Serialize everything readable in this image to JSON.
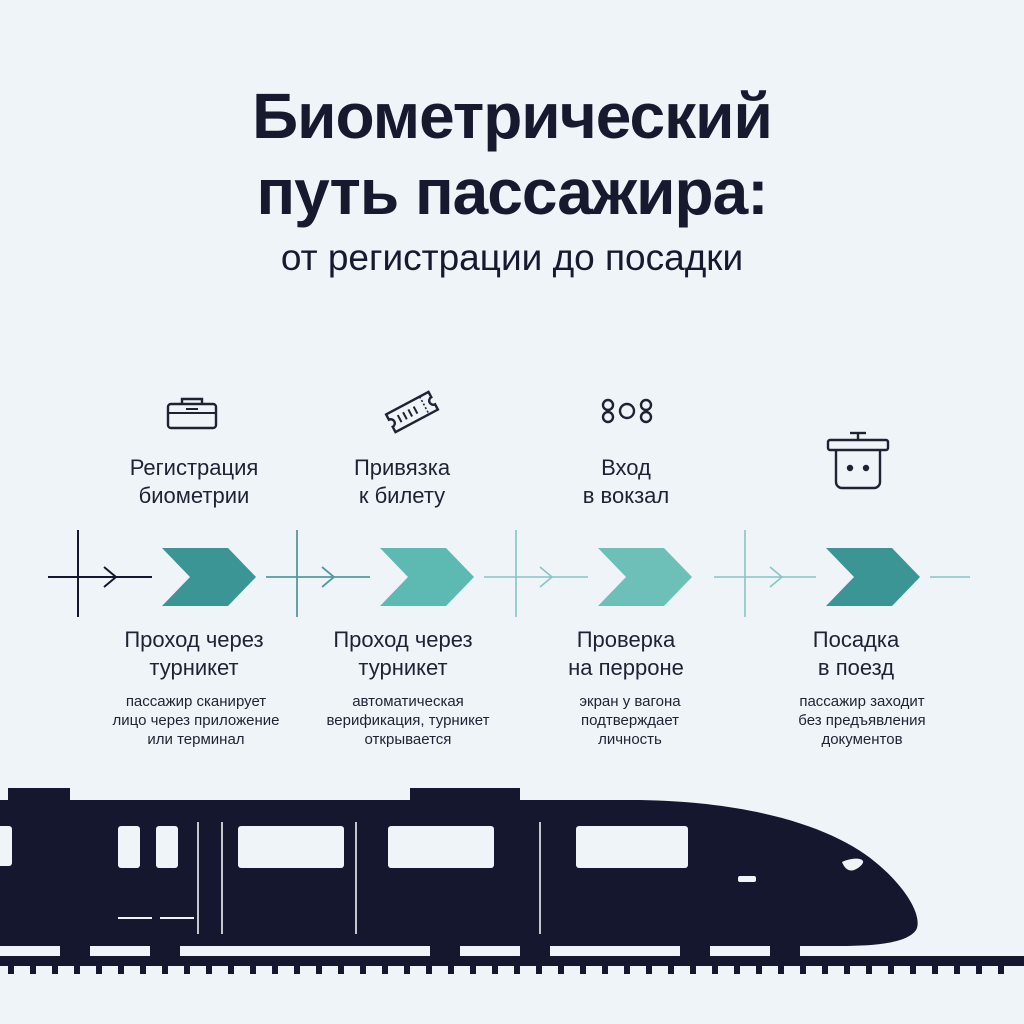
{
  "title": {
    "line1": "Биометрический",
    "line2": "путь пассажира:",
    "subtitle": "от регистрации до посадки"
  },
  "top_row": [
    {
      "icon": "suitcase-icon",
      "line1": "Регистрация",
      "line2": "биометрии"
    },
    {
      "icon": "ticket-icon",
      "line1": "Привязка",
      "line2": "к билету"
    },
    {
      "icon": "chain-icon",
      "line1": "Вход",
      "line2": "в вокзал"
    },
    {
      "icon": "train-car-icon",
      "line1": "",
      "line2": ""
    }
  ],
  "steps": [
    {
      "title1": "Проход через",
      "title2": "турникет",
      "desc1": "пассажир сканирует",
      "desc2": "лицо через приложение",
      "desc3": "или терминал"
    },
    {
      "title1": "Проход через",
      "title2": "турникет",
      "desc1": "автоматическая",
      "desc2": "верификация, турникет",
      "desc3": "открывается"
    },
    {
      "title1": "Проверка",
      "title2": "на перроне",
      "desc1": "экран у вагона",
      "desc2": "подтверждает",
      "desc3": "личность"
    },
    {
      "title1": "Посадка",
      "title2": "в поезд",
      "desc1": "пассажир заходит",
      "desc2": "без предъявления",
      "desc3": "документов"
    }
  ],
  "colors": {
    "background": "#eef4f7",
    "text": "#17192e",
    "chevron_1": "#3a9594",
    "chevron_2": "#5cbab3",
    "chevron_3": "#6cc0b8",
    "chevron_4": "#3a9594",
    "train": "#15172e"
  }
}
